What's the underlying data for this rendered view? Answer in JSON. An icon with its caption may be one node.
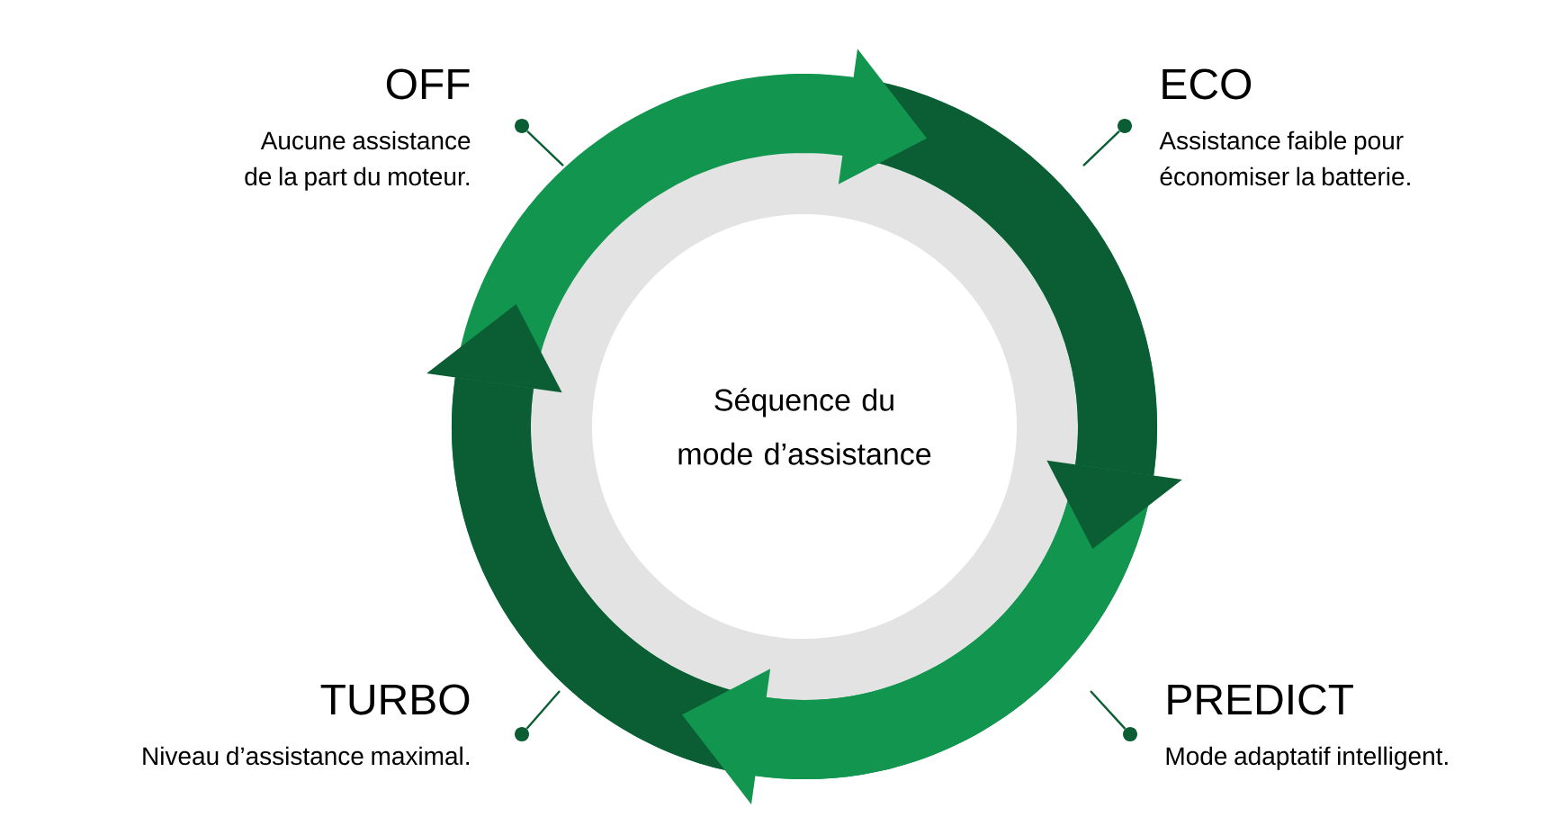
{
  "diagram": {
    "nodes": [
      {
        "text": [
          "Séquence du mode d’assistance"
        ]
      },
      {
        "text": [],
        "shape": "circle",
        "beside": [
          "OFF",
          "Aucune assistance de la part du moteur."
        ]
      },
      {
        "text": [],
        "shape": "circle",
        "beside": [
          "ECO",
          "Assistance faible pour économiser la batterie."
        ]
      },
      {
        "text": [],
        "shape": "circle",
        "beside": [
          "PREDICT",
          "Mode adaptatif intelligent."
        ]
      },
      {
        "text": [],
        "shape": "circle",
        "beside": [
          "TURBO",
          "Niveau d’assistance maximal."
        ]
      }
    ],
    "edges": [
      {
        "from": 1,
        "to": null,
        "arrow": "none"
      },
      {
        "from": 2,
        "to": null,
        "arrow": "none"
      },
      {
        "from": 3,
        "to": null,
        "arrow": "none"
      },
      {
        "from": 4,
        "to": null,
        "arrow": "none"
      }
    ]
  }
}
